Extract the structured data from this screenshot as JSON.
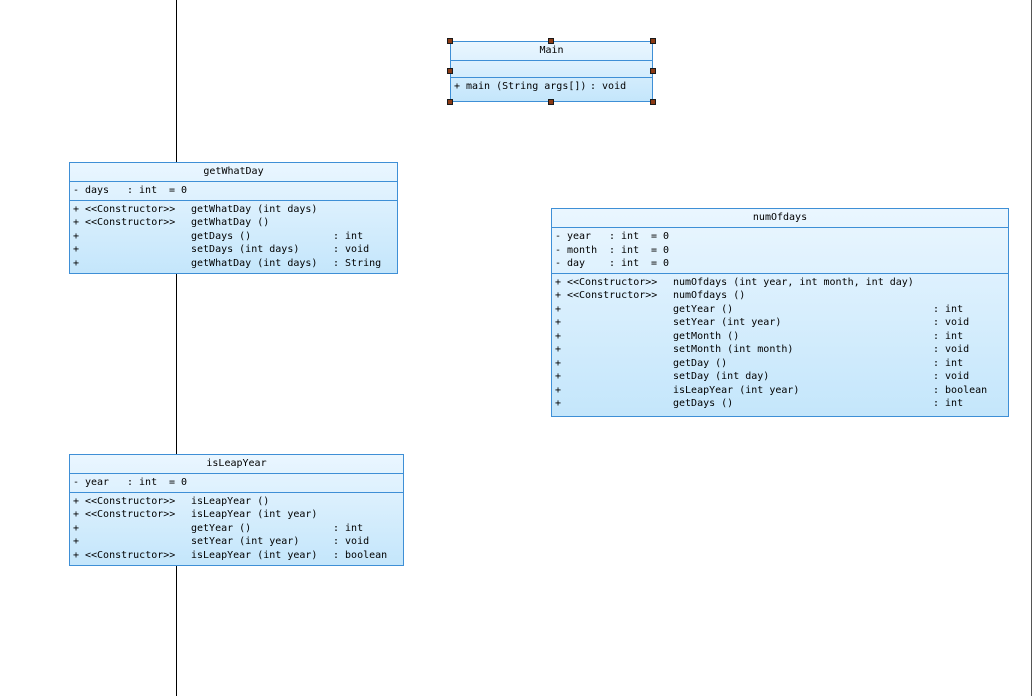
{
  "classes": {
    "main": {
      "name": "Main",
      "attributes": [],
      "operations": [
        {
          "vis": "+",
          "stereo": "",
          "sig": "main (String args[])",
          "ret": ": void"
        }
      ]
    },
    "getWhatDay": {
      "name": "getWhatDay",
      "attributes": [
        {
          "vis": "-",
          "name": "days",
          "type": ": int",
          "init": "= 0"
        }
      ],
      "operations": [
        {
          "vis": "+",
          "stereo": "<<Constructor>>",
          "sig": "getWhatDay (int days)",
          "ret": ""
        },
        {
          "vis": "+",
          "stereo": "<<Constructor>>",
          "sig": "getWhatDay ()",
          "ret": ""
        },
        {
          "vis": "+",
          "stereo": "",
          "sig": "getDays ()",
          "ret": ": int"
        },
        {
          "vis": "+",
          "stereo": "",
          "sig": "setDays (int days)",
          "ret": ": void"
        },
        {
          "vis": "+",
          "stereo": "",
          "sig": "getWhatDay (int days)",
          "ret": ": String"
        }
      ]
    },
    "numOfdays": {
      "name": "numOfdays",
      "attributes": [
        {
          "vis": "-",
          "name": "year",
          "type": ": int",
          "init": "= 0"
        },
        {
          "vis": "-",
          "name": "month",
          "type": ": int",
          "init": "= 0"
        },
        {
          "vis": "-",
          "name": "day",
          "type": ": int",
          "init": "= 0"
        }
      ],
      "operations": [
        {
          "vis": "+",
          "stereo": "<<Constructor>>",
          "sig": "numOfdays (int year, int month, int day)",
          "ret": ""
        },
        {
          "vis": "+",
          "stereo": "<<Constructor>>",
          "sig": "numOfdays ()",
          "ret": ""
        },
        {
          "vis": "+",
          "stereo": "",
          "sig": "getYear ()",
          "ret": ": int"
        },
        {
          "vis": "+",
          "stereo": "",
          "sig": "setYear (int year)",
          "ret": ": void"
        },
        {
          "vis": "+",
          "stereo": "",
          "sig": "getMonth ()",
          "ret": ": int"
        },
        {
          "vis": "+",
          "stereo": "",
          "sig": "setMonth (int month)",
          "ret": ": void"
        },
        {
          "vis": "+",
          "stereo": "",
          "sig": "getDay ()",
          "ret": ": int"
        },
        {
          "vis": "+",
          "stereo": "",
          "sig": "setDay (int day)",
          "ret": ": void"
        },
        {
          "vis": "+",
          "stereo": "",
          "sig": "isLeapYear (int year)",
          "ret": ": boolean"
        },
        {
          "vis": "+",
          "stereo": "",
          "sig": "getDays ()",
          "ret": ": int"
        }
      ]
    },
    "isLeapYear": {
      "name": "isLeapYear",
      "attributes": [
        {
          "vis": "-",
          "name": "year",
          "type": ": int",
          "init": "= 0"
        }
      ],
      "operations": [
        {
          "vis": "+",
          "stereo": "<<Constructor>>",
          "sig": "isLeapYear ()",
          "ret": ""
        },
        {
          "vis": "+",
          "stereo": "<<Constructor>>",
          "sig": "isLeapYear (int year)",
          "ret": ""
        },
        {
          "vis": "+",
          "stereo": "",
          "sig": "getYear ()",
          "ret": ": int"
        },
        {
          "vis": "+",
          "stereo": "",
          "sig": "setYear (int year)",
          "ret": ": void"
        },
        {
          "vis": "+",
          "stereo": "<<Constructor>>",
          "sig": "isLeapYear (int year)",
          "ret": ": boolean"
        }
      ]
    }
  }
}
